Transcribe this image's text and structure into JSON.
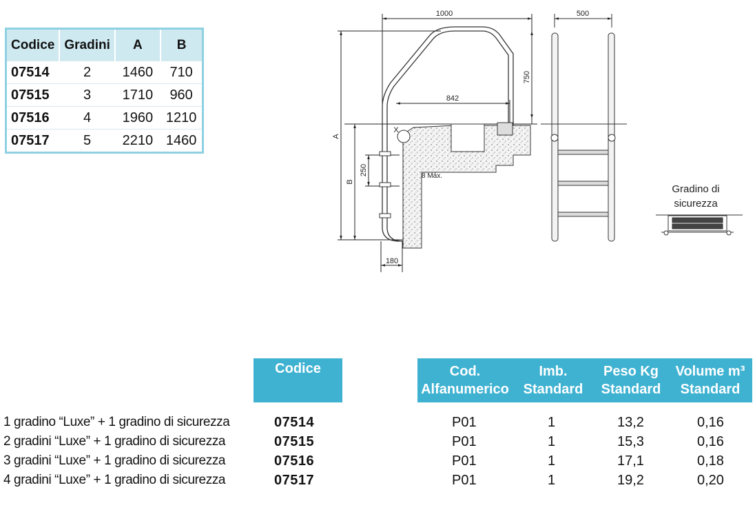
{
  "dim_table": {
    "headers": [
      "Codice",
      "Gradini",
      "A",
      "B"
    ],
    "rows": [
      [
        "07514",
        "2",
        "1460",
        "710"
      ],
      [
        "07515",
        "3",
        "1710",
        "960"
      ],
      [
        "07516",
        "4",
        "1960",
        "1210"
      ],
      [
        "07517",
        "5",
        "2210",
        "1460"
      ]
    ]
  },
  "drawing": {
    "dim_1000": "1000",
    "dim_500": "500",
    "dim_750": "750",
    "dim_842": "842",
    "dim_250": "250",
    "dim_180": "180",
    "label_a": "A",
    "label_b": "B",
    "label_x": "X",
    "label_8max": "8 Máx.",
    "step_caption_line1": "Gradino di",
    "step_caption_line2": "sicurezza"
  },
  "product_table": {
    "header_code": "Codice",
    "headers": [
      {
        "l1": "Cod.",
        "l2": "Alfanumerico"
      },
      {
        "l1": "Imb.",
        "l2": "Standard"
      },
      {
        "l1": "Peso Kg",
        "l2": "Standard"
      },
      {
        "l1": "Volume m³",
        "l2": "Standard"
      }
    ],
    "rows": [
      {
        "desc": "1 gradino “Luxe” + 1 gradino di sicurezza",
        "code": "07514",
        "alpha": "P01",
        "imb": "1",
        "peso": "13,2",
        "vol": "0,16"
      },
      {
        "desc": "2 gradini “Luxe” + 1 gradino di sicurezza",
        "code": "07515",
        "alpha": "P01",
        "imb": "1",
        "peso": "15,3",
        "vol": "0,16"
      },
      {
        "desc": "3 gradini “Luxe” + 1 gradino di sicurezza",
        "code": "07516",
        "alpha": "P01",
        "imb": "1",
        "peso": "17,1",
        "vol": "0,18"
      },
      {
        "desc": "4 gradini “Luxe” + 1 gradino di sicurezza",
        "code": "07517",
        "alpha": "P01",
        "imb": "1",
        "peso": "19,2",
        "vol": "0,20"
      }
    ]
  },
  "colors": {
    "header_blue": "#3fb2d2",
    "table_border": "#8fd0e2",
    "table_header_bg": "#cfe9f1"
  }
}
